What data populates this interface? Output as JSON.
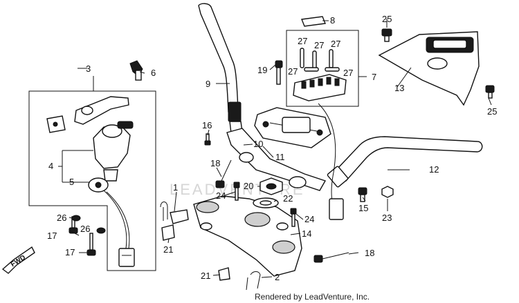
{
  "watermark": "LEADVENTURE",
  "footer": "Rendered by LeadVenture, Inc.",
  "fwd_arrow": "FWD",
  "callouts": {
    "c1": "1",
    "c2": "2",
    "c3": "3",
    "c4": "4",
    "c5": "5",
    "c6": "6",
    "c7": "7",
    "c8": "8",
    "c9": "9",
    "c10": "10",
    "c11": "11",
    "c12": "12",
    "c13": "13",
    "c14": "14",
    "c15": "15",
    "c16": "16",
    "c17a": "17",
    "c17b": "17",
    "c18a": "18",
    "c18b": "18",
    "c19": "19",
    "c20": "20",
    "c21a": "21",
    "c21b": "21",
    "c22": "22",
    "c23": "23",
    "c24a": "24",
    "c24b": "24",
    "c25a": "25",
    "c25b": "25",
    "c26a": "26",
    "c26b": "26",
    "c27a": "27",
    "c27b": "27",
    "c27c": "27",
    "c27d": "27",
    "c27e": "27"
  }
}
